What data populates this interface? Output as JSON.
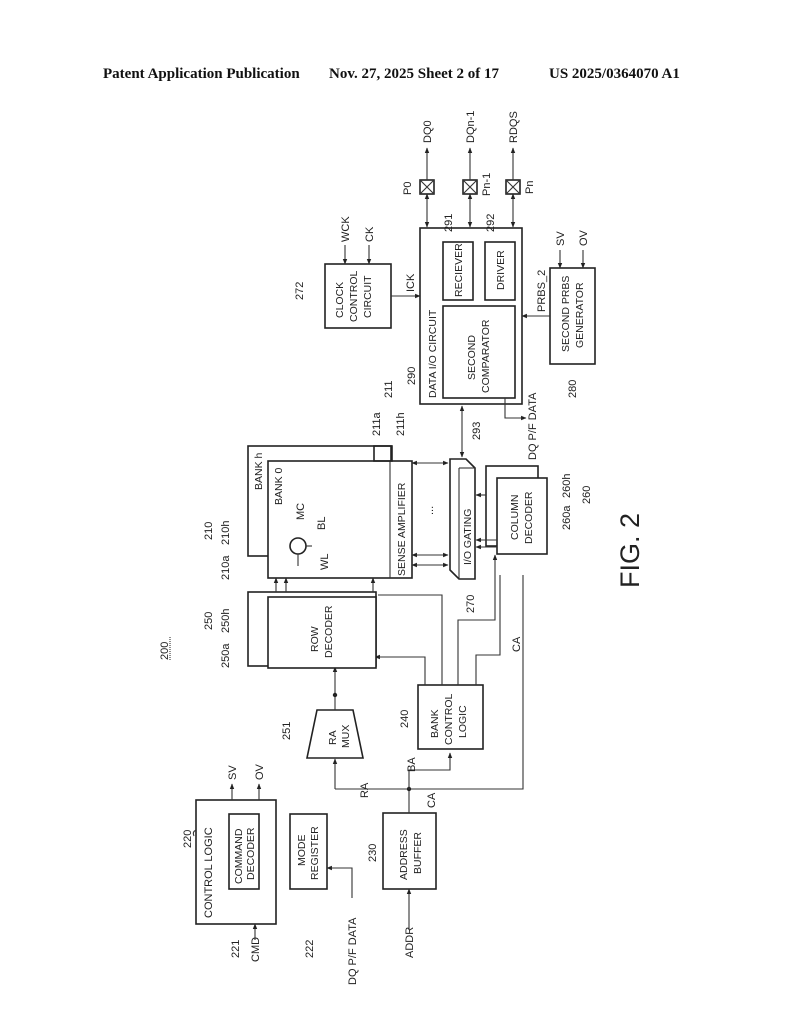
{
  "header": {
    "publication": "Patent Application Publication",
    "date_sheet": "Nov. 27, 2025  Sheet 2 of 17",
    "number": "US 2025/0364070 A1"
  },
  "figure": {
    "label": "FIG. 2",
    "ref": "200",
    "control_logic": {
      "ref": "220",
      "label": "CONTROL LOGIC",
      "outputs": [
        "SV",
        "OV"
      ]
    },
    "command_decoder": {
      "ref": "221",
      "line1": "COMMAND",
      "line2": "DECODER",
      "input": "CMD"
    },
    "mode_register": {
      "ref": "222",
      "line1": "MODE",
      "line2": "REGISTER",
      "input": "DQ P/F DATA"
    },
    "address_buffer": {
      "ref": "230",
      "line1": "ADDRESS",
      "line2": "BUFFER",
      "input": "ADDR"
    },
    "bank_control": {
      "ref": "240",
      "line1": "BANK",
      "line2": "CONTROL",
      "line3": "LOGIC"
    },
    "ra_mux": {
      "ref": "251",
      "line1": "RA",
      "line2": "MUX"
    },
    "row_decoder": {
      "ref": "250",
      "range_a": "250a",
      "range_h": "250h",
      "line1": "ROW",
      "line2": "DECODER"
    },
    "bank_array": {
      "ref": "210",
      "range_a": "210a",
      "range_h": "210h",
      "bank0": "BANK 0",
      "bankh": "BANK h",
      "mc": "MC",
      "bl": "BL",
      "wl": "WL"
    },
    "sense_amp": {
      "label": "SENSE AMPLIFIER",
      "ref": "211",
      "ref_a": "211a",
      "ref_h": "211h"
    },
    "io_gating": {
      "ref": "270",
      "label": "I/O GATING"
    },
    "column_decoder": {
      "ref": "260",
      "range_a": "260a",
      "range_h": "260h",
      "line1": "COLUMN",
      "line2": "DECODER"
    },
    "clock_control": {
      "ref": "272",
      "line1": "CLOCK",
      "line2": "CONTROL",
      "line3": "CIRCUIT",
      "inputs": [
        "WCK",
        "CK"
      ],
      "output": "ICK"
    },
    "data_io": {
      "ref": "290",
      "label": "DATA I/O CIRCUIT"
    },
    "second_comparator": {
      "ref": "293",
      "line1": "SECOND",
      "line2": "COMPARATOR",
      "output": "DQ P/F DATA"
    },
    "receiver": {
      "ref": "291",
      "label": "RECIEVER"
    },
    "driver": {
      "ref": "292",
      "label": "DRIVER"
    },
    "prbs_gen": {
      "ref": "280",
      "line1": "SECOND PRBS",
      "line2": "GENERATOR",
      "inputs": [
        "SV",
        "OV"
      ],
      "output": "PRBS_2"
    },
    "pads": [
      {
        "pad": "P0",
        "signal": "DQ0"
      },
      {
        "pad": "Pn-1",
        "signal": "DQn-1"
      },
      {
        "pad": "Pn",
        "signal": "RDQS"
      }
    ],
    "signals": {
      "ra": "RA",
      "ba": "BA",
      "ca": "CA",
      "ca2": "CA"
    },
    "ellipsis": "..."
  }
}
